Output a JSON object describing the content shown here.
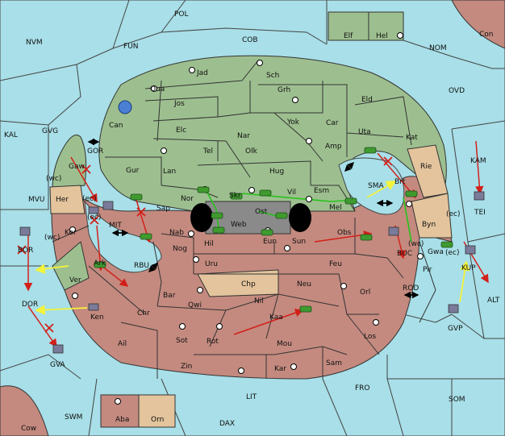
{
  "colors": {
    "sea": "#a8dfe8",
    "green_power": "#9dbf8f",
    "red_power": "#c48a7f",
    "neutral": "#e3c49c",
    "dark": "#8a8a8a",
    "order_red": "#d3201a",
    "order_green": "#27c21b",
    "order_yellow": "#f3f33a"
  },
  "labels": {
    "pol": "POL",
    "cob": "COB",
    "fun": "FUN",
    "nvm": "NVM",
    "nom": "NOM",
    "con": "Con",
    "ovd": "OVD",
    "kal": "KAL",
    "gvg": "GVG",
    "kam": "KAM",
    "tei": "TEI",
    "mvu": "MVU",
    "bor": "BOR",
    "dor": "DOR",
    "gva": "GVA",
    "mit": "MIT",
    "rbu": "RBU",
    "gor": "GOR",
    "buc": "BUC",
    "rod": "ROD",
    "alt": "ALT",
    "gvp": "GVP",
    "kup": "KUP",
    "fro": "FRO",
    "som": "SOM",
    "lit": "LIT",
    "dax": "DAX",
    "swm": "SWM",
    "cow": "Cow",
    "sma": "SMA",
    "elf": "Elf",
    "hel": "Hel",
    "aba": "Aba",
    "orn": "Orn",
    "jad": "Jad",
    "sch": "Sch",
    "qua": "Qua",
    "jos": "Jos",
    "grh": "Grh",
    "can": "Can",
    "yok": "Yok",
    "car": "Car",
    "eld": "Eld",
    "elc": "Elc",
    "nar": "Nar",
    "uta": "Uta",
    "kat": "Kat",
    "tel": "Tel",
    "olk": "Olk",
    "amp": "Amp",
    "gur": "Gur",
    "lan": "Lan",
    "hug": "Hug",
    "rie": "Rie",
    "brt": "Brt",
    "gaw": "Gaw",
    "wc1": "(wc)",
    "her": "Her",
    "ec1": "(ec)",
    "nor": "Nor",
    "skr": "Skr",
    "vil": "Vil",
    "esm": "Esm",
    "sap": "Sap",
    "web": "Web",
    "ost": "Ost",
    "mel": "Mel",
    "byn": "Byn",
    "ec2": "(ec)",
    "ec3": "(ec)",
    "nab": "Nab",
    "eun": "Eun",
    "sun": "Sun",
    "obs": "Obs",
    "kor": "Kor",
    "wc2": "(wc)",
    "hil": "Hil",
    "nog": "Nog",
    "wc3": "(wc)",
    "gwa": "Gwa",
    "ec4": "(ec)",
    "ark": "Ark",
    "uru": "Uru",
    "feu": "Feu",
    "pir": "Pir",
    "ver": "Ver",
    "chp": "Chp",
    "neu": "Neu",
    "orl": "Orl",
    "bar": "Bar",
    "qwi": "Qwi",
    "nil": "Nil",
    "chr": "Chr",
    "ken": "Ken",
    "kaa": "Kaa",
    "los": "Los",
    "ail": "Ail",
    "sot": "Sot",
    "rot": "Rot",
    "mou": "Mou",
    "zin": "Zin",
    "kar": "Kar",
    "sam": "Sam"
  }
}
